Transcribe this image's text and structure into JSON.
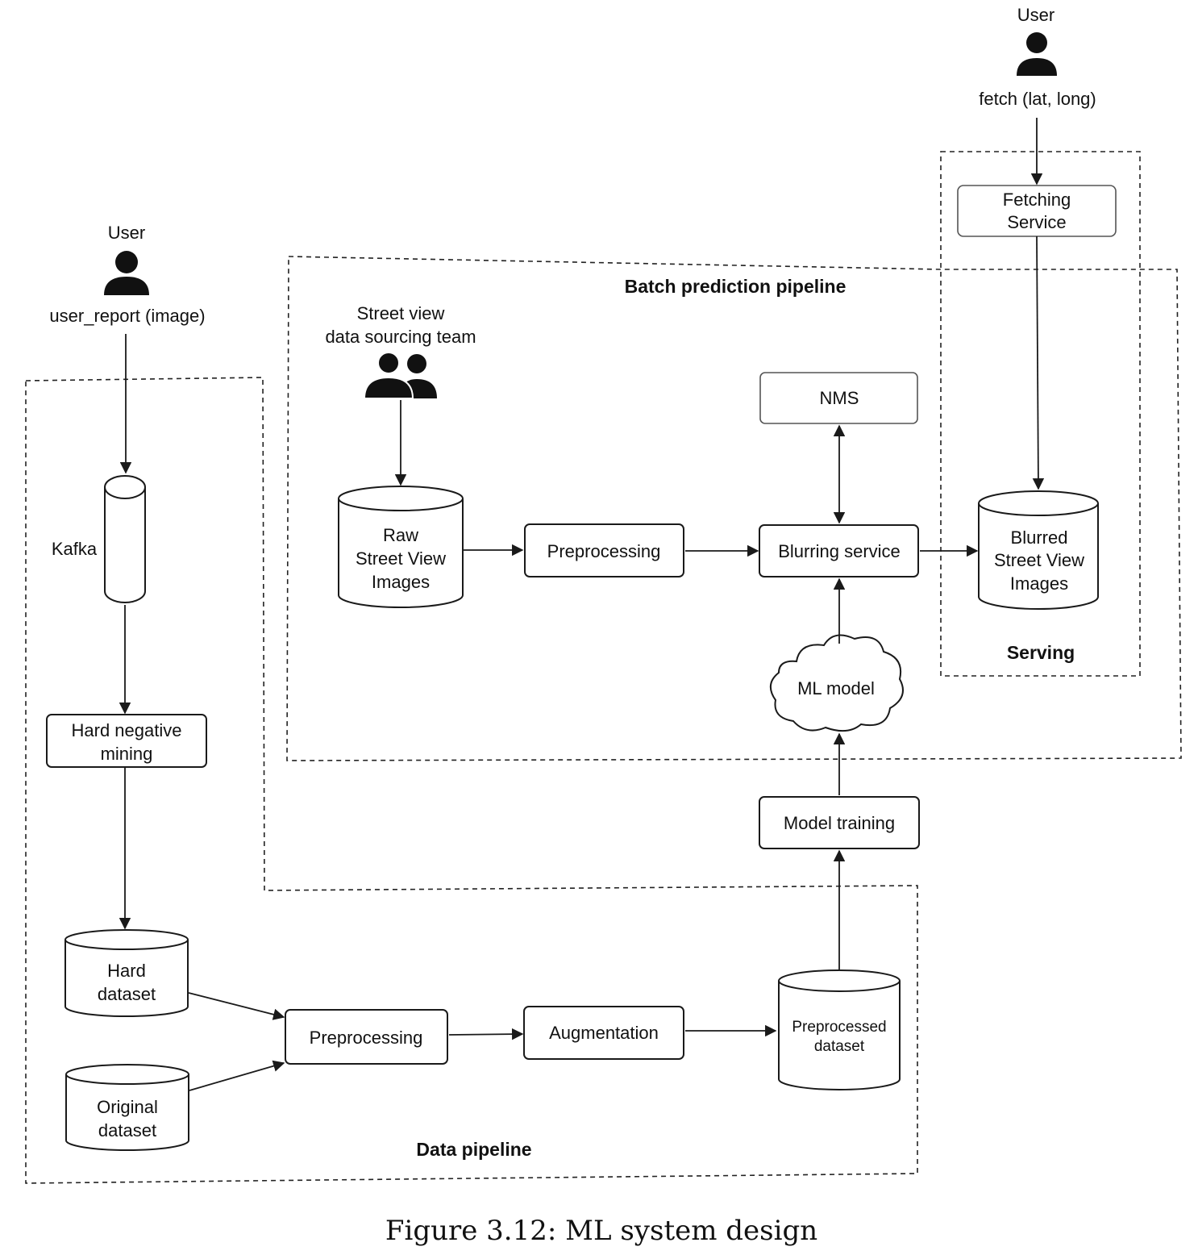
{
  "caption": "Figure 3.12: ML system design",
  "actors": {
    "top_user": {
      "label": "User",
      "action": "fetch (lat, long)",
      "icon": "user-icon"
    },
    "left_user": {
      "label": "User",
      "action": "user_report (image)",
      "icon": "user-icon"
    },
    "sourcing_team": {
      "line1": "Street view",
      "line2": "data sourcing team",
      "icon": "team-icon"
    }
  },
  "regions": {
    "batch": "Batch prediction pipeline",
    "serving": "Serving",
    "data": "Data pipeline"
  },
  "nodes": {
    "fetching_service": {
      "line1": "Fetching",
      "line2": "Service"
    },
    "kafka": "Kafka",
    "hard_negative_mining": {
      "line1": "Hard negative",
      "line2": "mining"
    },
    "hard_dataset": {
      "line1": "Hard",
      "line2": "dataset"
    },
    "original_dataset": {
      "line1": "Original",
      "line2": "dataset"
    },
    "raw_images": {
      "line1": "Raw",
      "line2": "Street View",
      "line3": "Images"
    },
    "preprocessing_batch": "Preprocessing",
    "nms": "NMS",
    "blurring_service": "Blurring service",
    "blurred_images": {
      "line1": "Blurred",
      "line2": "Street View",
      "line3": "Images"
    },
    "ml_model": "ML model",
    "model_training": "Model training",
    "preprocessing_data": "Preprocessing",
    "augmentation": "Augmentation",
    "preprocessed_dataset": {
      "line1": "Preprocessed",
      "line2": "dataset"
    }
  }
}
